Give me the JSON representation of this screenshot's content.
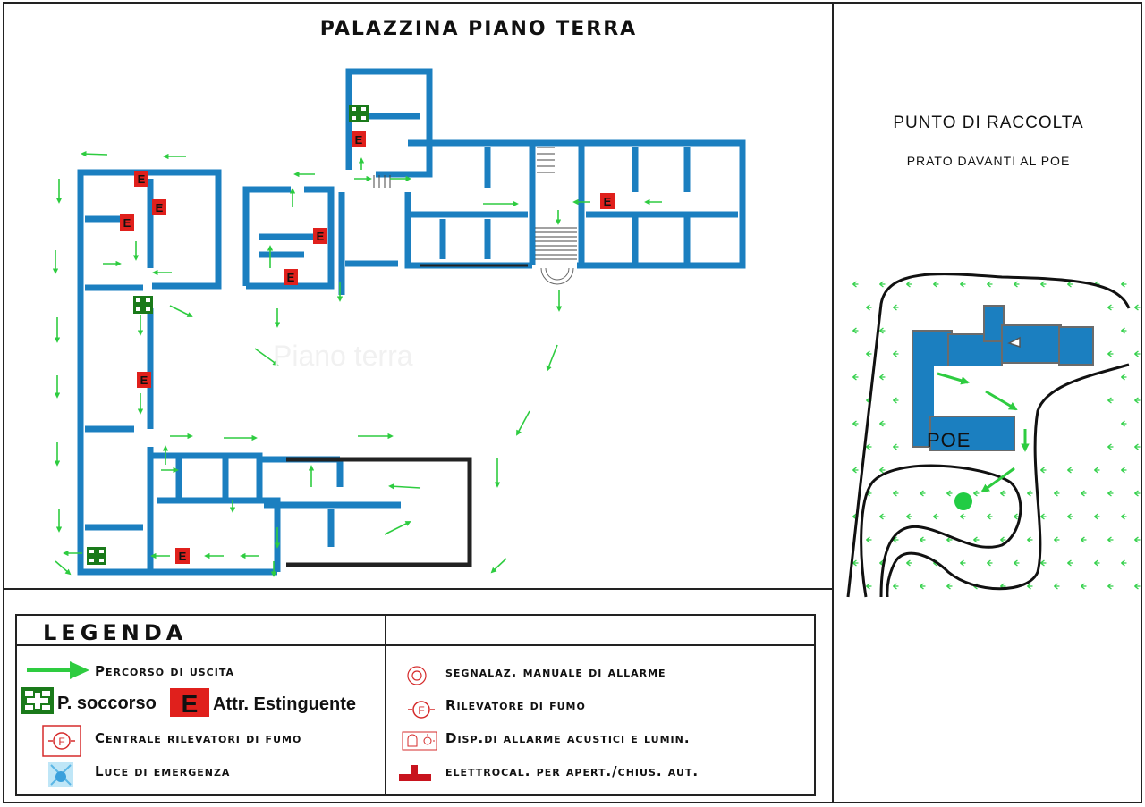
{
  "title": "PALAZZINA  PIANO TERRA",
  "watermark": "Piano terra",
  "assembly_point": {
    "title": "PUNTO DI RACCOLTA",
    "subtitle": "PRATO DAVANTI AL POE",
    "building_label": "POE"
  },
  "legend": {
    "title": "LEGENDA",
    "items_left": [
      {
        "icon": "exit-arrow-icon",
        "label": "Percorso di uscita"
      },
      {
        "icon": "first-aid-icon",
        "label": "P. soccorso"
      },
      {
        "icon": "extinguisher-icon",
        "label": "Attr. Estinguente"
      },
      {
        "icon": "smoke-panel-icon",
        "label": "Centrale rilevatori di fumo"
      },
      {
        "icon": "emergency-light-icon",
        "label": "Luce di emergenza"
      }
    ],
    "items_right": [
      {
        "icon": "manual-alarm-icon",
        "label": "segnalaz. manuale di allarme"
      },
      {
        "icon": "smoke-detector-icon",
        "label": "Rilevatore di fumo"
      },
      {
        "icon": "acoustic-alarm-icon",
        "label": "Disp.di allarme acustici e lumin."
      },
      {
        "icon": "door-magnet-icon",
        "label": "elettrocal. per apert./chius. aut."
      }
    ]
  },
  "extinguisher_letter": "E",
  "colors": {
    "wall": "#1b7fc0",
    "arrow": "#2ecc40",
    "extinguisher": "#e0201c",
    "first_aid": "#1a7a1a",
    "alarm_red": "#d52b2b"
  }
}
